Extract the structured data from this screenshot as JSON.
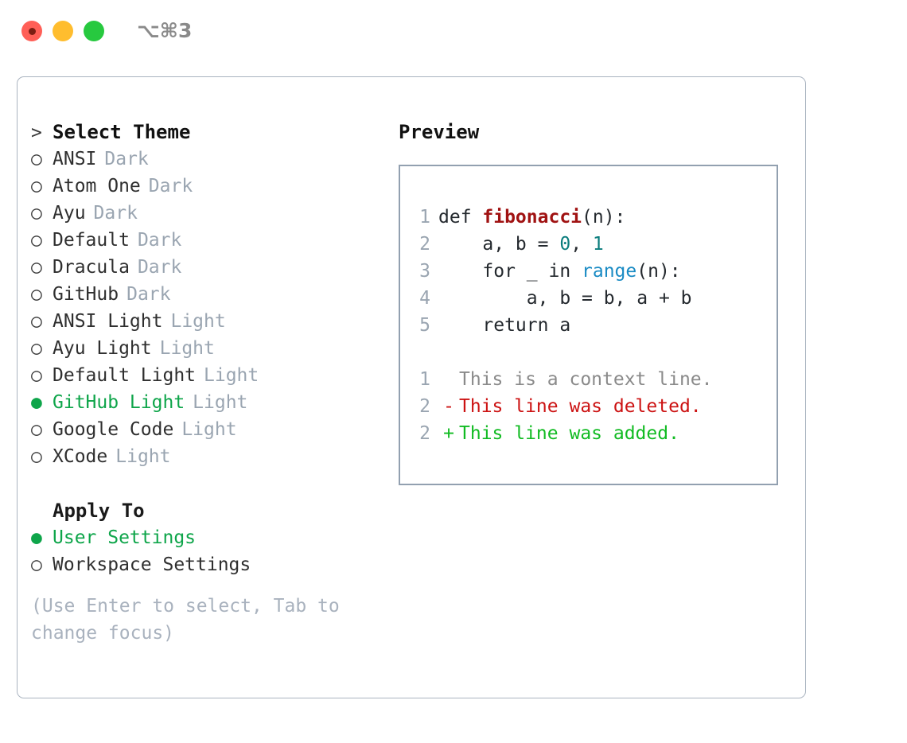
{
  "window": {
    "shortcut": "⌥⌘3",
    "traffic_lights": [
      {
        "name": "close",
        "color": "#ff5f57"
      },
      {
        "name": "minimize",
        "color": "#ffbd2e"
      },
      {
        "name": "zoom",
        "color": "#27c93f"
      }
    ]
  },
  "theme_picker": {
    "header": "> Select Theme",
    "header_prefix": ">",
    "header_label": "Select Theme",
    "selected_theme": "GitHub Light",
    "marker_unselected": "○",
    "marker_selected": "●",
    "items": [
      {
        "marker": "○",
        "name": "ANSI",
        "tag": "Dark",
        "selected": false
      },
      {
        "marker": "○",
        "name": "Atom One",
        "tag": "Dark",
        "selected": false
      },
      {
        "marker": "○",
        "name": "Ayu",
        "tag": "Dark",
        "selected": false
      },
      {
        "marker": "○",
        "name": "Default",
        "tag": "Dark",
        "selected": false
      },
      {
        "marker": "○",
        "name": "Dracula",
        "tag": "Dark",
        "selected": false
      },
      {
        "marker": "○",
        "name": "GitHub",
        "tag": "Dark",
        "selected": false
      },
      {
        "marker": "○",
        "name": "ANSI Light",
        "tag": "Light",
        "selected": false
      },
      {
        "marker": "○",
        "name": "Ayu Light",
        "tag": "Light",
        "selected": false
      },
      {
        "marker": "○",
        "name": "Default Light",
        "tag": "Light",
        "selected": false
      },
      {
        "marker": "●",
        "name": "GitHub Light",
        "tag": "Light",
        "selected": true
      },
      {
        "marker": "○",
        "name": "Google Code",
        "tag": "Light",
        "selected": false
      },
      {
        "marker": "○",
        "name": "XCode",
        "tag": "Light",
        "selected": false
      }
    ]
  },
  "apply_to": {
    "header": "Apply To",
    "selected": "User Settings",
    "items": [
      {
        "marker": "●",
        "name": "User Settings",
        "selected": true
      },
      {
        "marker": "○",
        "name": "Workspace Settings",
        "selected": false
      }
    ]
  },
  "hint": "(Use Enter to select, Tab to change focus)",
  "preview": {
    "title": "Preview",
    "code_lines": [
      {
        "no": "1",
        "tokens": [
          {
            "t": "def ",
            "c": "plain"
          },
          {
            "t": "fibonacci",
            "c": "fn"
          },
          {
            "t": "(n):",
            "c": "plain"
          }
        ]
      },
      {
        "no": "2",
        "tokens": [
          {
            "t": "    a, b = ",
            "c": "plain"
          },
          {
            "t": "0",
            "c": "num"
          },
          {
            "t": ", ",
            "c": "plain"
          },
          {
            "t": "1",
            "c": "num"
          }
        ]
      },
      {
        "no": "3",
        "tokens": [
          {
            "t": "    for _ in ",
            "c": "plain"
          },
          {
            "t": "range",
            "c": "call"
          },
          {
            "t": "(n):",
            "c": "plain"
          }
        ]
      },
      {
        "no": "4",
        "tokens": [
          {
            "t": "        a, b = b, a + b",
            "c": "plain"
          }
        ]
      },
      {
        "no": "5",
        "tokens": [
          {
            "t": "    return a",
            "c": "plain"
          }
        ]
      }
    ],
    "diff_lines": [
      {
        "no": "1",
        "mark": " ",
        "text": "This is a context line.",
        "kind": "context"
      },
      {
        "no": "2",
        "mark": "-",
        "text": "This line was deleted.",
        "kind": "del"
      },
      {
        "no": "2",
        "mark": "+",
        "text": "This line was added.",
        "kind": "add"
      }
    ]
  },
  "colors": {
    "accent_green": "#0ea54a",
    "muted": "#9aa5b1",
    "hint": "#a9b2be",
    "diff_add": "#11bb22",
    "diff_del": "#cc1212",
    "fn": "#a01212",
    "num": "#0b7d7d",
    "call": "#1a8bc4",
    "border": "#aab4c0"
  }
}
